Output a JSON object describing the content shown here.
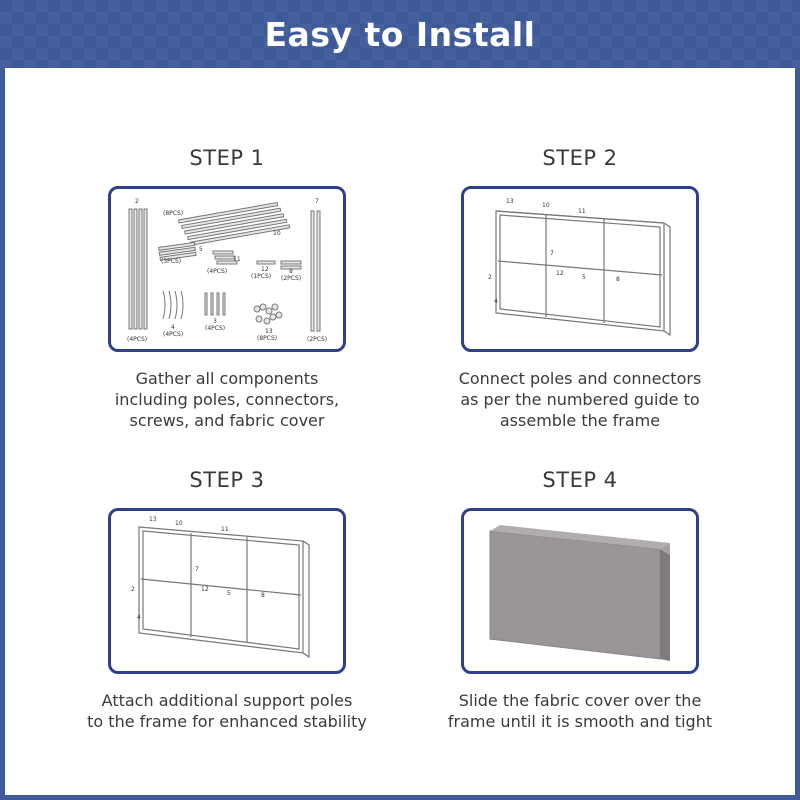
{
  "header": {
    "title": "Easy to Install"
  },
  "steps": [
    {
      "title": "STEP 1",
      "caption_lines": [
        "Gather all components",
        "including poles, connectors,",
        "screws, and fabric cover"
      ],
      "diagram_labels": {
        "pole2_num": "2",
        "pole2_qty": "(4PCS)",
        "pole10_num": "10",
        "pole10_qty": "(8PCS)",
        "pole5_num": "5",
        "pole5_qty": "(3PCS)",
        "pole11_num": "11",
        "pole11_qty": "(4PCS)",
        "pole12_num": "12",
        "pole12_qty": "(1PCS)",
        "pole8_num": "8",
        "pole8_qty": "(2PCS)",
        "pole7_num": "7",
        "pole7_qty": "(2PCS)",
        "part4_num": "4",
        "part4_qty": "(4PCS)",
        "part3_num": "3",
        "part3_qty": "(4PCS)",
        "part13_num": "13",
        "part13_qty": "(8PCS)"
      }
    },
    {
      "title": "STEP 2",
      "caption_lines": [
        "Connect poles and connectors",
        "as per the numbered guide to",
        "assemble the frame"
      ]
    },
    {
      "title": "STEP 3",
      "caption_lines": [
        "Attach additional support poles",
        "to the frame for enhanced stability"
      ]
    },
    {
      "title": "STEP 4",
      "caption_lines": [
        "Slide the fabric cover over the",
        "frame until it is smooth and tight"
      ]
    }
  ],
  "frame_labels": [
    "13",
    "10",
    "11",
    "7",
    "2",
    "12",
    "5",
    "8",
    "4"
  ],
  "colors": {
    "brand_blue": "#3d5998",
    "frame_border": "#2e3f8c",
    "cover_fill": "#9a9598"
  }
}
